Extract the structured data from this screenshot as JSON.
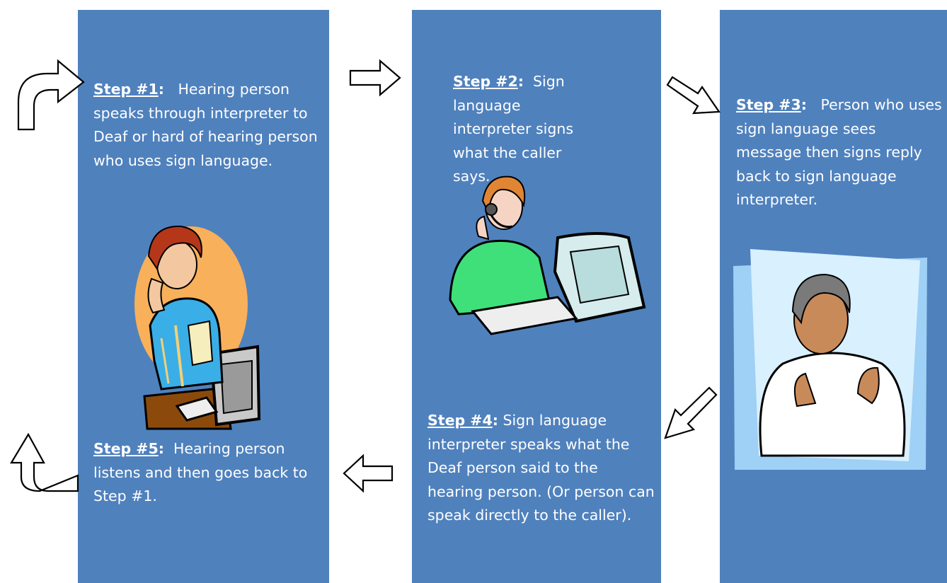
{
  "steps": [
    {
      "heading": "Step #1",
      "colon": ":",
      "text": "Hearing person speaks through interpreter  to Deaf or hard of hearing person who uses sign language."
    },
    {
      "heading": "Step #2",
      "colon": ":",
      "text": "Sign language interpreter signs what the caller says."
    },
    {
      "heading": "Step #3",
      "colon": ":",
      "text": "Person who uses sign language sees message then signs reply back to sign language interpreter."
    },
    {
      "heading": "Step #4",
      "colon": ":",
      "text": "Sign language interpreter speaks what the Deaf person said to the hearing person.  (Or person can speak directly to the caller)."
    },
    {
      "heading": "Step #5",
      "colon": ":",
      "text": "Hearing person listens and then  goes back to Step #1."
    }
  ],
  "colors": {
    "panel": "#4f81bd",
    "text": "#ffffff",
    "arrow_fill": "#ffffff",
    "arrow_stroke": "#000000"
  }
}
